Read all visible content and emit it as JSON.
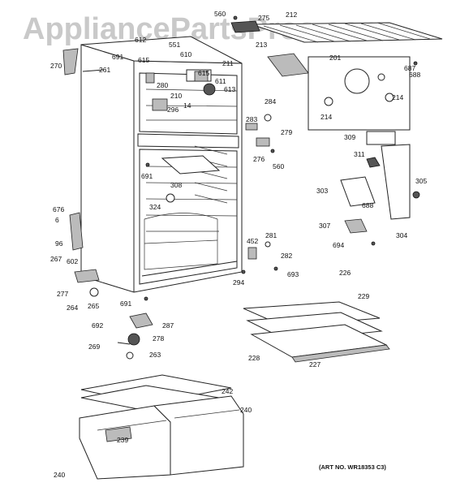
{
  "watermark": "AppliancePartsPros.com",
  "art_number": "(ART NO. WR18353 C3)",
  "callouts": [
    {
      "id": "c560a",
      "text": "560"
    },
    {
      "id": "c275",
      "text": "275"
    },
    {
      "id": "c212",
      "text": "212"
    },
    {
      "id": "c270",
      "text": "270"
    },
    {
      "id": "c612",
      "text": "612"
    },
    {
      "id": "c551",
      "text": "551"
    },
    {
      "id": "c610",
      "text": "610"
    },
    {
      "id": "c691a",
      "text": "691"
    },
    {
      "id": "c615a",
      "text": "615"
    },
    {
      "id": "c261",
      "text": "261"
    },
    {
      "id": "c213",
      "text": "213"
    },
    {
      "id": "c201",
      "text": "201"
    },
    {
      "id": "c687",
      "text": "687"
    },
    {
      "id": "c688a",
      "text": "688"
    },
    {
      "id": "c211",
      "text": "211"
    },
    {
      "id": "c615b",
      "text": "615"
    },
    {
      "id": "c611",
      "text": "611"
    },
    {
      "id": "c280",
      "text": "280"
    },
    {
      "id": "c613",
      "text": "613"
    },
    {
      "id": "c210",
      "text": "210"
    },
    {
      "id": "c14",
      "text": "14"
    },
    {
      "id": "c296",
      "text": "296"
    },
    {
      "id": "c284",
      "text": "284"
    },
    {
      "id": "c214a",
      "text": "214"
    },
    {
      "id": "c214b",
      "text": "214"
    },
    {
      "id": "c283",
      "text": "283"
    },
    {
      "id": "c279",
      "text": "279"
    },
    {
      "id": "c309",
      "text": "309"
    },
    {
      "id": "c276",
      "text": "276"
    },
    {
      "id": "c560b",
      "text": "560"
    },
    {
      "id": "c311",
      "text": "311"
    },
    {
      "id": "c691b",
      "text": "691"
    },
    {
      "id": "c308",
      "text": "308"
    },
    {
      "id": "c305",
      "text": "305"
    },
    {
      "id": "c303",
      "text": "303"
    },
    {
      "id": "c324",
      "text": "324"
    },
    {
      "id": "c688b",
      "text": "688"
    },
    {
      "id": "c676",
      "text": "676"
    },
    {
      "id": "c6",
      "text": "6"
    },
    {
      "id": "c96",
      "text": "96"
    },
    {
      "id": "c307",
      "text": "307"
    },
    {
      "id": "c304",
      "text": "304"
    },
    {
      "id": "c281",
      "text": "281"
    },
    {
      "id": "c694",
      "text": "694"
    },
    {
      "id": "c452",
      "text": "452"
    },
    {
      "id": "c282",
      "text": "282"
    },
    {
      "id": "c267",
      "text": "267"
    },
    {
      "id": "c602",
      "text": "602"
    },
    {
      "id": "c693",
      "text": "693"
    },
    {
      "id": "c226",
      "text": "226"
    },
    {
      "id": "c294",
      "text": "294"
    },
    {
      "id": "c277",
      "text": "277"
    },
    {
      "id": "c229",
      "text": "229"
    },
    {
      "id": "c264",
      "text": "264"
    },
    {
      "id": "c265",
      "text": "265"
    },
    {
      "id": "c691c",
      "text": "691"
    },
    {
      "id": "c287",
      "text": "287"
    },
    {
      "id": "c692",
      "text": "692"
    },
    {
      "id": "c278",
      "text": "278"
    },
    {
      "id": "c269",
      "text": "269"
    },
    {
      "id": "c263",
      "text": "263"
    },
    {
      "id": "c228",
      "text": "228"
    },
    {
      "id": "c227",
      "text": "227"
    },
    {
      "id": "c242",
      "text": "242"
    },
    {
      "id": "c240a",
      "text": "240"
    },
    {
      "id": "c239",
      "text": "239"
    },
    {
      "id": "c240b",
      "text": "240"
    }
  ]
}
